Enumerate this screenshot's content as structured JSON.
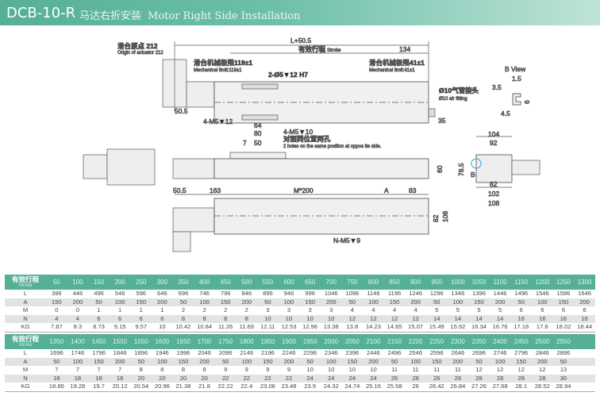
{
  "header": {
    "model": "DCB-10-R",
    "title_cn": "马达右折安装",
    "title_en": "Motor Right Side Installation"
  },
  "drawing": {
    "origin_cn": "滑台原点 212",
    "origin_en": "Origin of actuator 212",
    "overall_len": "L+50.5",
    "stroke_cn": "有效行程",
    "stroke_en": "Stroke",
    "end_134": "134",
    "limit_left_cn": "滑台机械极限119±1",
    "limit_left_en": "Mechanical limit:119±1",
    "limit_right_cn": "滑台机械极限41±1",
    "limit_right_en": "Mechanical limit:41±1",
    "pin_holes": "2-Ø5▼12 H7",
    "fitting_cn": "Ø10气管接头",
    "fitting_en": "Ø10 air fitting",
    "dim_50_5": "50.5",
    "screw_top": "4-M5▼12",
    "dim_64": "64",
    "dim_80": "80",
    "dim_35": "35",
    "screw_side": "4-M5▼10",
    "screw_side_cn": "对面同位置两孔",
    "screw_side_en": "2 holes on the same position at oppos ite side.",
    "dim_7": "7",
    "dim_50": "50",
    "dim_60": "60",
    "bottom_50_5": "50.5",
    "dim_163": "163",
    "dim_m200": "M*200",
    "dim_a": "A",
    "dim_83": "83",
    "dim_82": "82",
    "dim_108": "108",
    "screw_bottom": "N-M5▼9",
    "end_104": "104",
    "end_92": "92",
    "end_78_5": "78.5",
    "end_82": "82",
    "end_102": "102",
    "end_108": "108",
    "b_marker": "B",
    "bview_title": "B View",
    "bview_1_5": "1.5",
    "bview_3_5": "3.5",
    "bview_6": "6",
    "bview_4_5": "4.5"
  },
  "colors": {
    "accent": "#56b096",
    "bview": "#2f9fd8"
  },
  "tables": [
    {
      "header_cn": "有效行程",
      "header_en": "Stroke",
      "strokes": [
        "50",
        "100",
        "150",
        "200",
        "250",
        "300",
        "350",
        "400",
        "450",
        "500",
        "550",
        "600",
        "650",
        "700",
        "750",
        "800",
        "850",
        "900",
        "950",
        "1000",
        "1050",
        "1100",
        "1150",
        "1200",
        "1250",
        "1300"
      ],
      "rows": [
        {
          "label": "L",
          "values": [
            "396",
            "446",
            "496",
            "546",
            "596",
            "646",
            "696",
            "746",
            "796",
            "846",
            "896",
            "946",
            "996",
            "1046",
            "1096",
            "1146",
            "1196",
            "1246",
            "1296",
            "1346",
            "1396",
            "1446",
            "1496",
            "1546",
            "1596",
            "1646"
          ]
        },
        {
          "label": "A",
          "values": [
            "150",
            "200",
            "50",
            "100",
            "150",
            "200",
            "50",
            "100",
            "150",
            "200",
            "50",
            "100",
            "150",
            "200",
            "50",
            "100",
            "150",
            "200",
            "50",
            "100",
            "150",
            "200",
            "50",
            "100",
            "150",
            "200"
          ]
        },
        {
          "label": "M",
          "values": [
            "0",
            "0",
            "1",
            "1",
            "1",
            "1",
            "2",
            "2",
            "2",
            "2",
            "3",
            "3",
            "3",
            "3",
            "4",
            "4",
            "4",
            "4",
            "5",
            "5",
            "5",
            "5",
            "6",
            "6",
            "6",
            "6"
          ]
        },
        {
          "label": "N",
          "values": [
            "4",
            "4",
            "6",
            "6",
            "6",
            "6",
            "8",
            "8",
            "8",
            "8",
            "10",
            "10",
            "10",
            "10",
            "12",
            "12",
            "12",
            "12",
            "14",
            "14",
            "14",
            "14",
            "16",
            "16",
            "16",
            "16"
          ]
        },
        {
          "label": "KG",
          "values": [
            "7.87",
            "8.3",
            "8.73",
            "9.15",
            "9.57",
            "10",
            "10.42",
            "10.84",
            "11.26",
            "11.69",
            "12.11",
            "12.53",
            "12.96",
            "13.38",
            "13.8",
            "14.23",
            "14.65",
            "15.07",
            "15.49",
            "15.92",
            "16.34",
            "16.76",
            "17.18",
            "17.6",
            "18.02",
            "18.44"
          ]
        }
      ]
    },
    {
      "header_cn": "有效行程",
      "header_en": "Stroke",
      "strokes": [
        "1350",
        "1400",
        "1450",
        "1500",
        "1550",
        "1600",
        "1650",
        "1700",
        "1750",
        "1800",
        "1850",
        "1900",
        "1950",
        "2000",
        "2050",
        "2100",
        "2150",
        "2200",
        "2250",
        "2300",
        "2350",
        "2400",
        "2450",
        "2500",
        "2550"
      ],
      "rows": [
        {
          "label": "L",
          "values": [
            "1696",
            "1746",
            "1796",
            "1846",
            "1896",
            "1946",
            "1996",
            "2046",
            "2096",
            "2146",
            "2196",
            "2246",
            "2296",
            "2346",
            "2396",
            "2446",
            "2496",
            "2546",
            "2596",
            "2646",
            "2696",
            "2746",
            "2796",
            "2846",
            "2896"
          ]
        },
        {
          "label": "A",
          "values": [
            "50",
            "100",
            "150",
            "200",
            "50",
            "100",
            "150",
            "200",
            "50",
            "100",
            "150",
            "200",
            "50",
            "100",
            "150",
            "200",
            "50",
            "100",
            "150",
            "200",
            "50",
            "100",
            "150",
            "200",
            "50"
          ]
        },
        {
          "label": "M",
          "values": [
            "7",
            "7",
            "7",
            "7",
            "8",
            "8",
            "8",
            "8",
            "9",
            "9",
            "9",
            "9",
            "10",
            "10",
            "10",
            "10",
            "11",
            "11",
            "11",
            "11",
            "12",
            "12",
            "12",
            "12",
            "13"
          ]
        },
        {
          "label": "N",
          "values": [
            "18",
            "18",
            "18",
            "18",
            "20",
            "20",
            "20",
            "20",
            "22",
            "22",
            "22",
            "22",
            "24",
            "24",
            "24",
            "24",
            "26",
            "26",
            "26",
            "26",
            "28",
            "28",
            "28",
            "28",
            "30"
          ]
        },
        {
          "label": "KG",
          "values": [
            "18.86",
            "19.28",
            "19.7",
            "20.12",
            "20.54",
            "20.96",
            "21.38",
            "21.8",
            "22.22",
            "22.4",
            "23.06",
            "23.48",
            "23.9",
            "24.32",
            "24.74",
            "25.16",
            "25.58",
            "26",
            "26.42",
            "26.84",
            "27.26",
            "27.68",
            "28.1",
            "28.52",
            "28.94"
          ]
        }
      ]
    }
  ]
}
